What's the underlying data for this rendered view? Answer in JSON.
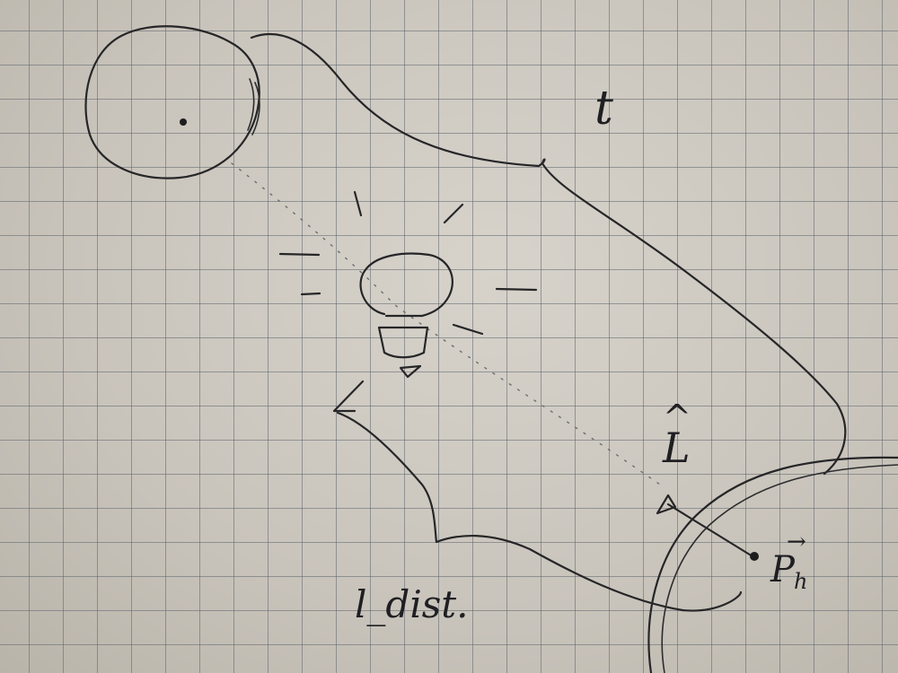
{
  "labels": {
    "t": "t",
    "l_hat": "L",
    "l_hat_accent": "^",
    "p_h": "P",
    "p_h_sub": "h",
    "p_h_vec": "→",
    "l_dist": "l_dist."
  },
  "colors": {
    "paper": "#ccc7bf",
    "grid": "#5f646e",
    "ink": "#262628"
  }
}
